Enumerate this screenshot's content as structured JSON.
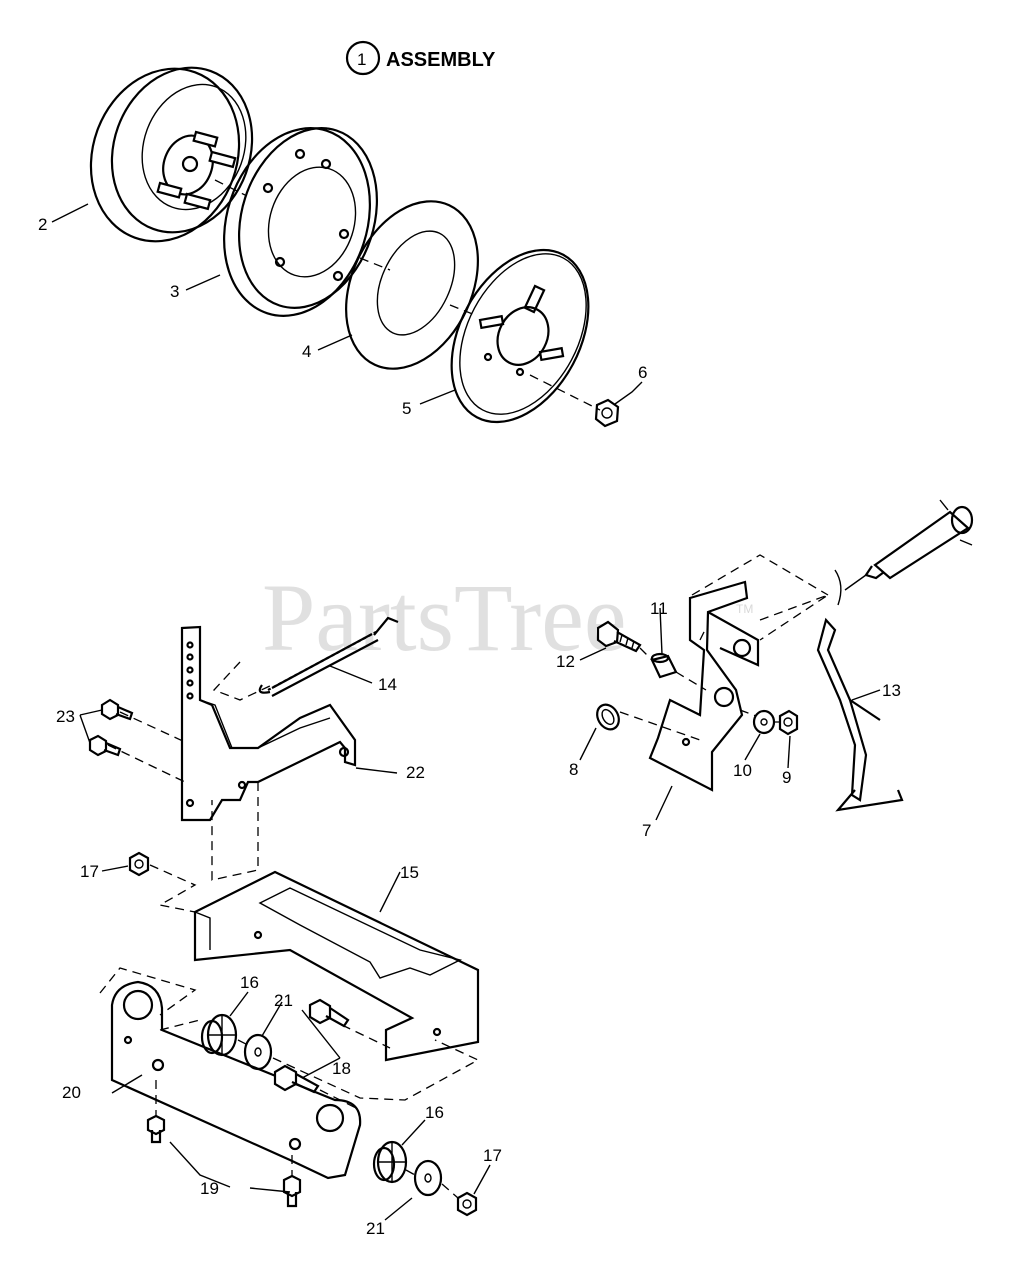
{
  "title": {
    "circled_number": "1",
    "text": "ASSEMBLY"
  },
  "watermark": {
    "text": "PartsTree",
    "tm": "TM"
  },
  "callouts": {
    "c2": "2",
    "c3": "3",
    "c4": "4",
    "c5": "5",
    "c6": "6",
    "c7": "7",
    "c8": "8",
    "c9": "9",
    "c10": "10",
    "c11": "11",
    "c12": "12",
    "c13": "13",
    "c14": "14",
    "c15": "15",
    "c16a": "16",
    "c16b": "16",
    "c17a": "17",
    "c17b": "17",
    "c18": "18",
    "c19": "19",
    "c20": "20",
    "c21a": "21",
    "c21b": "21",
    "c22": "22",
    "c23": "23"
  }
}
